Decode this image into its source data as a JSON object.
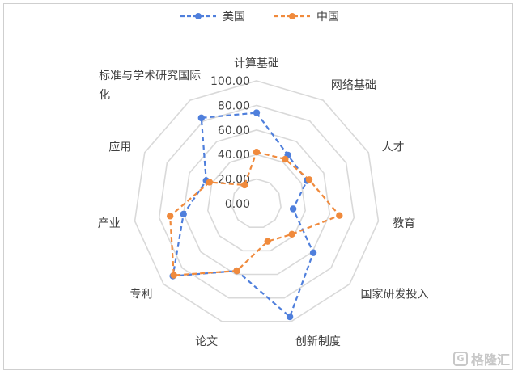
{
  "chart_data": {
    "type": "radar",
    "categories": [
      "计算基础",
      "网络基础",
      "人才",
      "教育",
      "国家研发投入",
      "创新制度",
      "论文",
      "专利",
      "产业",
      "应用",
      "标准与学术研究国际化"
    ],
    "series": [
      {
        "name": "美国",
        "values": [
          74,
          47,
          45,
          30,
          61,
          96,
          57,
          90,
          60,
          45,
          83
        ],
        "color": "#4f7fdc"
      },
      {
        "name": "中国",
        "values": [
          42,
          43,
          47,
          68,
          38,
          32,
          57,
          89,
          71,
          42,
          18
        ],
        "color": "#f08a3c"
      }
    ],
    "radial_ticks": [
      "0.00",
      "20.00",
      "40.00",
      "60.00",
      "80.00",
      "100.00"
    ],
    "rlim": [
      0,
      100
    ],
    "legend_position": "top",
    "grid_color": "#d9d9d9",
    "legend_icon": "line-dot-dashed"
  },
  "watermark": {
    "logo": "G",
    "text": "格隆汇"
  }
}
